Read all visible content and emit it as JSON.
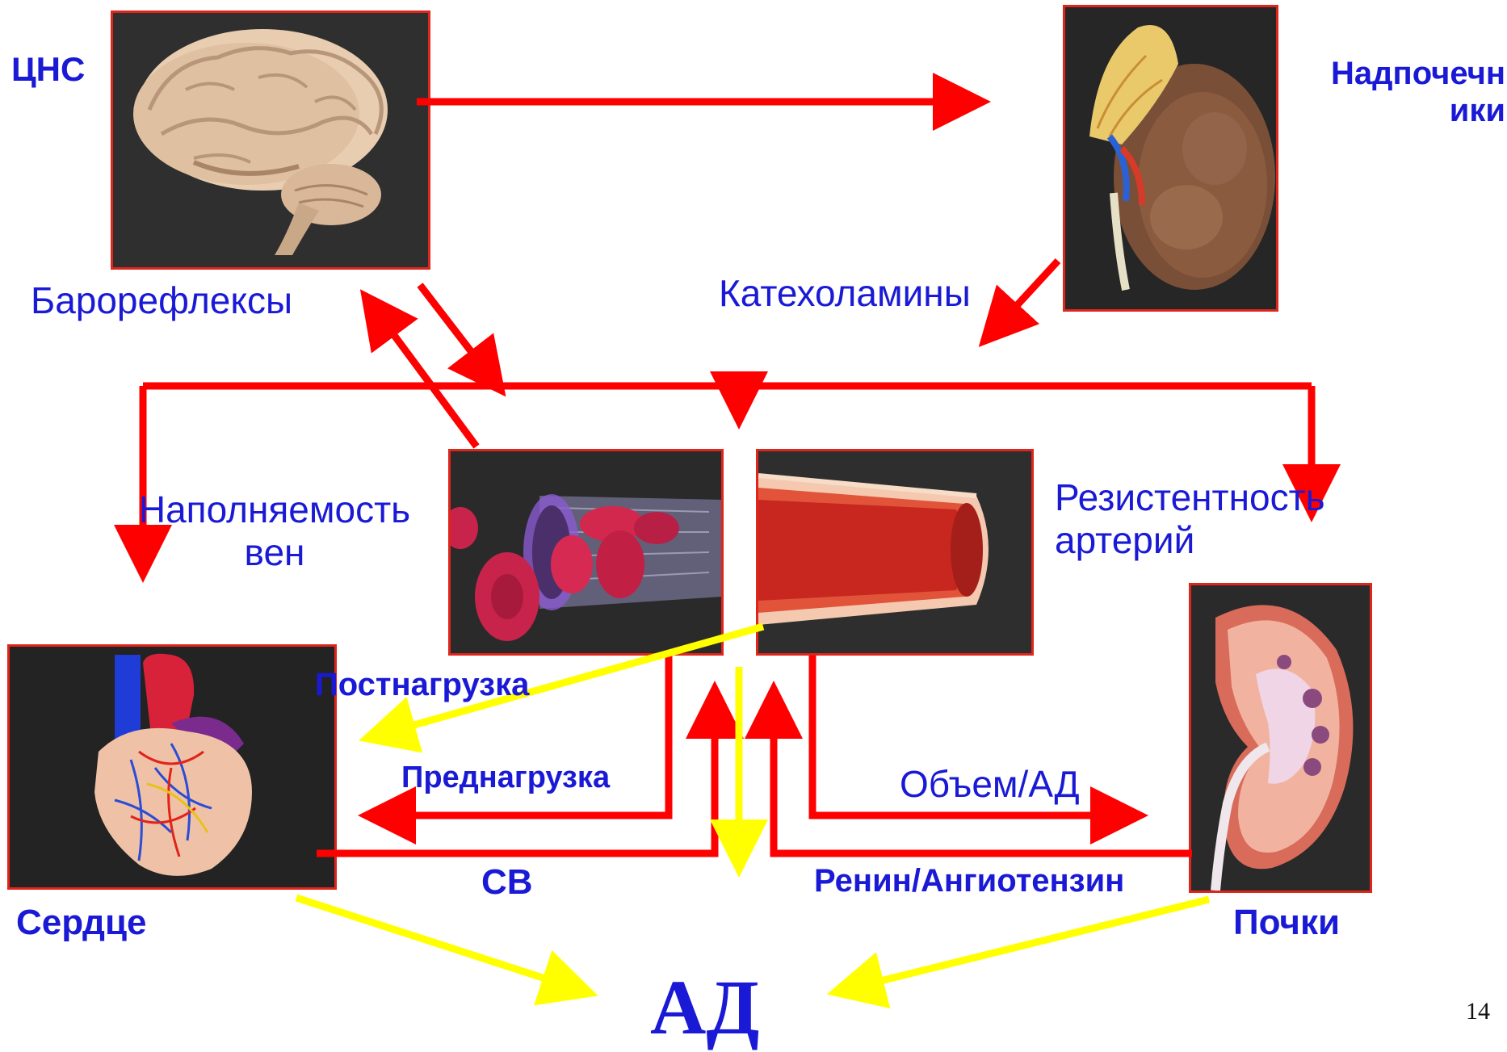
{
  "nodes": {
    "cns": "ЦНС",
    "adrenal": "Надпочечн\nики",
    "heart": "Сердце",
    "kidneys": "Почки"
  },
  "links": {
    "baroreflexes": "Барорефлексы",
    "catecholamines": "Катехоламины",
    "venous_filling": "Наполняемость\nвен",
    "arterial_resistance": "Резистентность\nартерий",
    "afterload": "Постнагрузка",
    "preload": "Преднагрузка",
    "cardiac_output": "СВ",
    "volume_bp": "Объем/АД",
    "renin_angiotensin": "Ренин/Ангиотензин"
  },
  "result": "АД",
  "slide_number": "14",
  "colors": {
    "label_blue": "#1a1ad6",
    "arrow_red": "#ff0000",
    "arrow_yellow": "#ffff00",
    "panel_border": "#e0251b"
  },
  "icons": [
    "brain-illustration",
    "adrenal-kidney-illustration",
    "vein-with-blood-cells-illustration",
    "artery-section-illustration",
    "heart-illustration",
    "kidney-section-illustration"
  ]
}
